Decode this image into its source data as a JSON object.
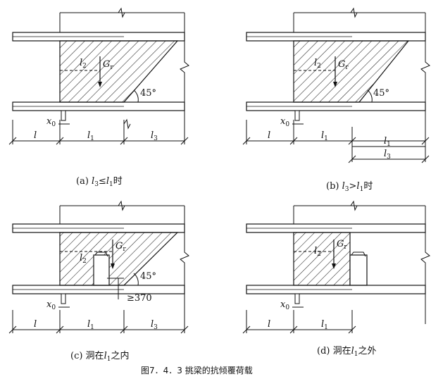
{
  "figure_title": "图7．4．3 挑梁的抗倾覆荷载",
  "labels": {
    "l": "l",
    "l1": "l",
    "l1_sub": "1",
    "l2": "l",
    "l2_sub": "2",
    "l3": "l",
    "l3_sub": "3",
    "gr": "G",
    "gr_sub": "r",
    "x0": "x",
    "x0_sub": "0",
    "angle": "45°",
    "min_dim": "≥370"
  },
  "panels": [
    {
      "id": "a",
      "caption_prefix": "(a) ",
      "caption_l": "l",
      "caption_sub1": "3",
      "caption_rel": "≤",
      "caption_l2": "l",
      "caption_sub2": "1",
      "caption_suffix": "时"
    },
    {
      "id": "b",
      "caption_prefix": "(b) ",
      "caption_l": "l",
      "caption_sub1": "3",
      "caption_rel": ">",
      "caption_l2": "l",
      "caption_sub2": "1",
      "caption_suffix": "时"
    },
    {
      "id": "c",
      "caption_prefix": "(c) 洞在",
      "caption_l": "l",
      "caption_sub1": "1",
      "caption_suffix": "之内"
    },
    {
      "id": "d",
      "caption_prefix": "(d) 洞在",
      "caption_l": "l",
      "caption_sub1": "1",
      "caption_suffix": "之外"
    }
  ]
}
